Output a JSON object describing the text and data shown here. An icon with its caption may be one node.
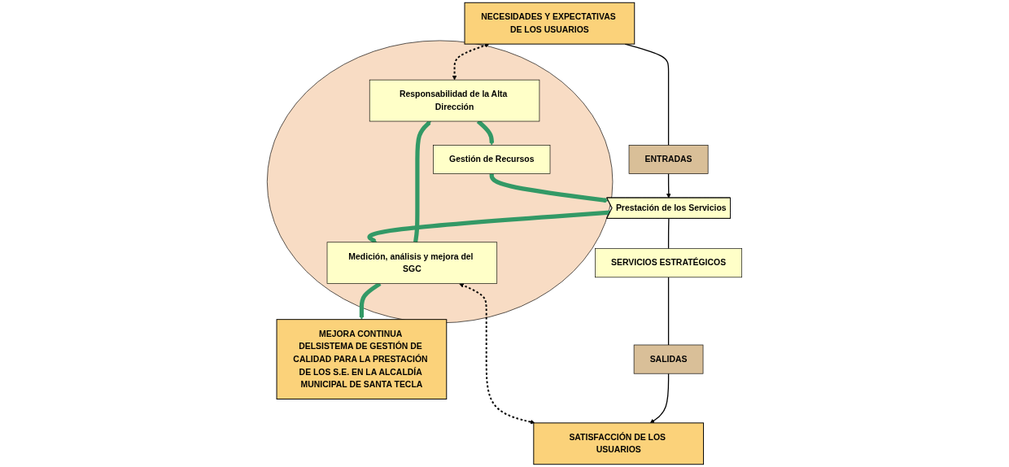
{
  "diagram": {
    "nodes": [
      {
        "text": [
          "MEJORA CONTINUA DELSISTEMA DE GESTIÓN DE CALIDAD PARA LA PRESTACIÓN DE LOS S.E. EN LA ALCALDÍA MUNICIPAL DE SANTA TECLA"
        ]
      },
      {
        "text": [],
        "shape": "circle"
      },
      {
        "text": [
          "Responsabilidad de la Alta Dirección"
        ],
        "in": 1
      },
      {
        "text": [
          "NECESIDADES Y EXPECTATIVAS DE LOS USUARIOS"
        ]
      },
      {
        "text": [
          "Gestión de Recursos"
        ],
        "in": 1
      },
      {
        "text": [
          "Medición, análisis y mejora del SGC"
        ],
        "in": 1
      },
      {
        "text": [
          "SATISFACCIÓN DE LOS USUARIOS"
        ]
      },
      {
        "text": [
          "ENTRADAS"
        ]
      },
      {
        "text": [
          "Prestación de los Servicios"
        ]
      },
      {
        "text": [
          "SERVICIOS ESTRATÉGICOS"
        ]
      },
      {
        "text": [
          "SALIDAS"
        ]
      }
    ],
    "edges": [
      {
        "from": 3,
        "to": 2,
        "arrow": "both",
        "style": "dashed"
      },
      {
        "from": 2,
        "to": 4,
        "arrow": "to",
        "style": "thick",
        "color": "#339966"
      },
      {
        "from": 4,
        "to": 8,
        "arrow": "to",
        "style": "thick",
        "color": "#339966"
      },
      {
        "from": 8,
        "to": 5,
        "arrow": "to",
        "style": "thick",
        "color": "#339966"
      },
      {
        "from": 5,
        "to": 2,
        "arrow": "to",
        "style": "thick",
        "color": "#339966"
      },
      {
        "from": 5,
        "to": 0,
        "arrow": "to",
        "style": "thick",
        "color": "#339966"
      },
      {
        "from": 5,
        "to": 6,
        "arrow": "both",
        "style": "dashed"
      },
      {
        "from": 3,
        "to": 7,
        "arrow": "none"
      },
      {
        "from": 7,
        "to": 8,
        "arrow": "to"
      },
      {
        "from": 8,
        "to": 9,
        "arrow": "none"
      },
      {
        "from": 9,
        "to": 10,
        "arrow": "none"
      },
      {
        "from": 10,
        "to": 6,
        "arrow": "to"
      }
    ]
  }
}
